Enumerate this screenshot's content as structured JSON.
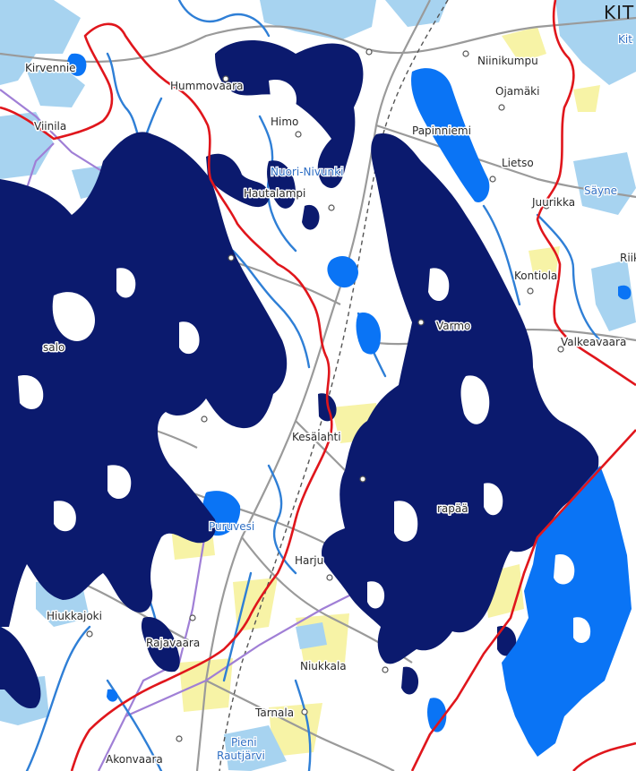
{
  "colors": {
    "background": "#ffffff",
    "flood_dark": "#0b1a6e",
    "flood_light": "#0a74f5",
    "lake": "#a7d3f0",
    "river": "#2f7fd6",
    "border_red": "#e0161c",
    "road_gray": "#9a9a9a",
    "powerline": "#a07fd6",
    "field_yellow": "#f7f3a6",
    "railway": "#555555"
  },
  "region_label": "KIT",
  "places": [
    {
      "id": "kirvennie",
      "label": "Kirvennie"
    },
    {
      "id": "viinila",
      "label": "Viinila"
    },
    {
      "id": "hummovaara",
      "label": "Hummovaara"
    },
    {
      "id": "himo",
      "label": "Himo"
    },
    {
      "id": "hautalampi",
      "label": "Hautalampi"
    },
    {
      "id": "niinikumpu",
      "label": "Niinikumpu"
    },
    {
      "id": "ojamaki",
      "label": "Ojamäki"
    },
    {
      "id": "papinniemi",
      "label": "Papinniemi"
    },
    {
      "id": "lietso",
      "label": "Lietso"
    },
    {
      "id": "juurikka",
      "label": "Juurikka"
    },
    {
      "id": "kontiola",
      "label": "Kontiola"
    },
    {
      "id": "varmo",
      "label": "Varmo"
    },
    {
      "id": "valkeavaara",
      "label": "Valkeavaara"
    },
    {
      "id": "salo",
      "label": "salo"
    },
    {
      "id": "kesalahti",
      "label": "Kesälahti"
    },
    {
      "id": "rapaa",
      "label": "rapää"
    },
    {
      "id": "hiukkajoki",
      "label": "Hiukkajoki"
    },
    {
      "id": "rajavaara",
      "label": "Rajavaara"
    },
    {
      "id": "niukkala",
      "label": "Niukkala"
    },
    {
      "id": "tarnala",
      "label": "Tarnala"
    },
    {
      "id": "akonvaara",
      "label": "Akonvaara"
    },
    {
      "id": "harju",
      "label": "Harju"
    },
    {
      "id": "riik",
      "label": "Riik"
    }
  ],
  "water_labels": [
    {
      "id": "puruvesi",
      "label": "Puruvesi"
    },
    {
      "id": "nivunki",
      "label": "Nuori-Nivunki"
    },
    {
      "id": "saynas",
      "label": "Säyne"
    },
    {
      "id": "kit2",
      "label": "Kit"
    },
    {
      "id": "pieni1",
      "label": "Pieni"
    },
    {
      "id": "pieni2",
      "label": "Rautjärvi"
    }
  ]
}
